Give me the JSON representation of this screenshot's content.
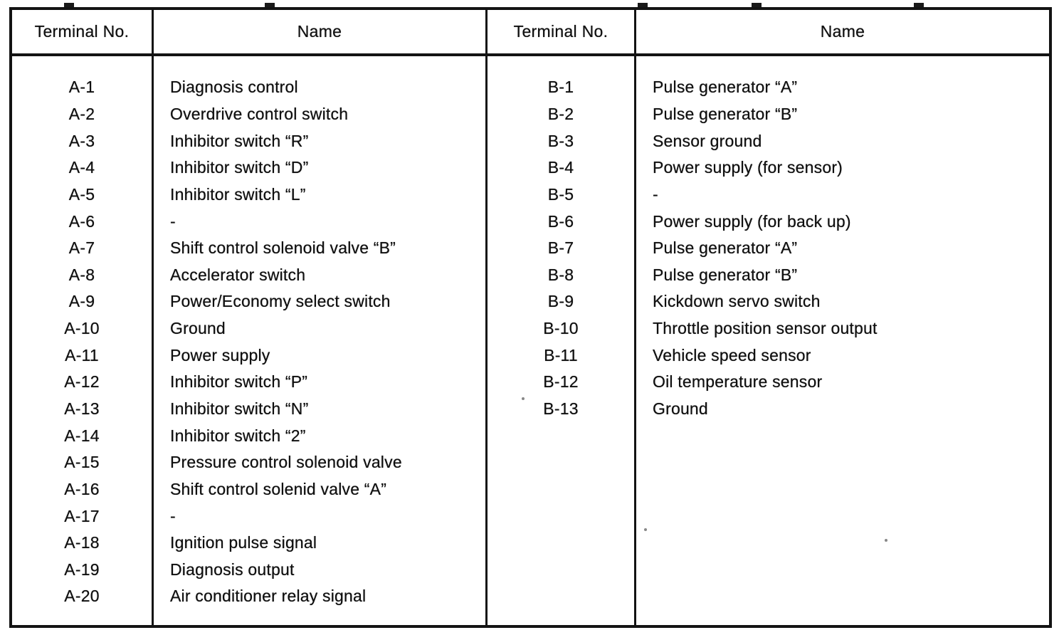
{
  "document": {
    "kind": "terminal-assignment-table",
    "colors": {
      "ink": "#131313",
      "paper": "#ffffff"
    },
    "tables": [
      {
        "headers": {
          "terminal": "Terminal No.",
          "name": "Name"
        },
        "rows": [
          {
            "terminal": "A-1",
            "name": "Diagnosis control"
          },
          {
            "terminal": "A-2",
            "name": "Overdrive control switch"
          },
          {
            "terminal": "A-3",
            "name": "Inhibitor switch “R”"
          },
          {
            "terminal": "A-4",
            "name": "Inhibitor switch “D”"
          },
          {
            "terminal": "A-5",
            "name": "Inhibitor switch “L”"
          },
          {
            "terminal": "A-6",
            "name": "-"
          },
          {
            "terminal": "A-7",
            "name": "Shift control solenoid valve “B”"
          },
          {
            "terminal": "A-8",
            "name": "Accelerator switch"
          },
          {
            "terminal": "A-9",
            "name": "Power/Economy select switch"
          },
          {
            "terminal": "A-10",
            "name": "Ground"
          },
          {
            "terminal": "A-11",
            "name": "Power supply"
          },
          {
            "terminal": "A-12",
            "name": "Inhibitor switch “P”"
          },
          {
            "terminal": "A-13",
            "name": "Inhibitor switch “N”"
          },
          {
            "terminal": "A-14",
            "name": "Inhibitor switch “2”"
          },
          {
            "terminal": "A-15",
            "name": "Pressure control solenoid valve"
          },
          {
            "terminal": "A-16",
            "name": "Shift control solenid valve “A”"
          },
          {
            "terminal": "A-17",
            "name": "-"
          },
          {
            "terminal": "A-18",
            "name": "Ignition pulse signal"
          },
          {
            "terminal": "A-19",
            "name": "Diagnosis output"
          },
          {
            "terminal": "A-20",
            "name": "Air conditioner relay signal"
          }
        ]
      },
      {
        "headers": {
          "terminal": "Terminal No.",
          "name": "Name"
        },
        "rows": [
          {
            "terminal": "B-1",
            "name": "Pulse generator “A”"
          },
          {
            "terminal": "B-2",
            "name": "Pulse generator “B”"
          },
          {
            "terminal": "B-3",
            "name": "Sensor ground"
          },
          {
            "terminal": "B-4",
            "name": "Power supply (for sensor)"
          },
          {
            "terminal": "B-5",
            "name": "-"
          },
          {
            "terminal": "B-6",
            "name": "Power supply (for back up)"
          },
          {
            "terminal": "B-7",
            "name": "Pulse generator “A”"
          },
          {
            "terminal": "B-8",
            "name": "Pulse generator “B”"
          },
          {
            "terminal": "B-9",
            "name": "Kickdown servo switch"
          },
          {
            "terminal": "B-10",
            "name": "Throttle position sensor output"
          },
          {
            "terminal": "B-11",
            "name": "Vehicle speed sensor"
          },
          {
            "terminal": "B-12",
            "name": "Oil temperature sensor"
          },
          {
            "terminal": "B-13",
            "name": "Ground"
          }
        ]
      }
    ]
  }
}
